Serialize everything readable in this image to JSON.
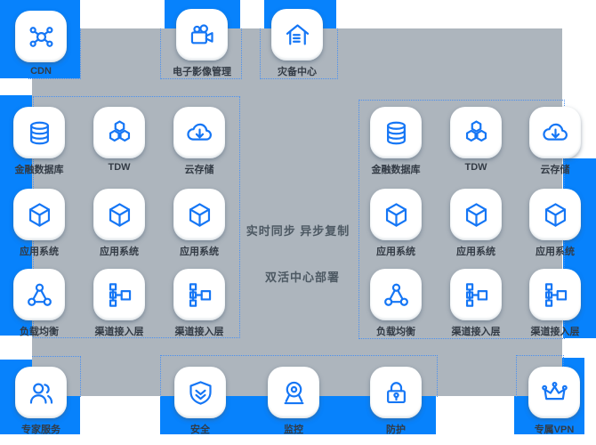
{
  "colors": {
    "blue": "#0782fc",
    "panel_gray": "#adb5bd",
    "icon_blue": "#1576f5",
    "label_text": "#333b45",
    "center_text": "#4d5963",
    "dashed_border": "#4a90f0"
  },
  "top_row": [
    {
      "name": "cdn",
      "icon": "cdn-network",
      "label": "CDN"
    },
    {
      "name": "image-management",
      "icon": "video-camera",
      "label": "电子影像管理"
    },
    {
      "name": "disaster-center",
      "icon": "house",
      "label": "灾备中心"
    }
  ],
  "left_group": {
    "rows": [
      [
        {
          "name": "financial-database",
          "icon": "database",
          "label": "金融数据库"
        },
        {
          "name": "tdw",
          "icon": "hexagons",
          "label": "TDW"
        },
        {
          "name": "cloud-storage",
          "icon": "cloud-download",
          "label": "云存储"
        }
      ],
      [
        {
          "name": "app-system",
          "icon": "cube",
          "label": "应用系统"
        },
        {
          "name": "app-system",
          "icon": "cube",
          "label": "应用系统"
        },
        {
          "name": "app-system",
          "icon": "cube",
          "label": "应用系统"
        }
      ],
      [
        {
          "name": "load-balance",
          "icon": "load-balancer",
          "label": "负载均衡"
        },
        {
          "name": "channel-access",
          "icon": "channel-tree",
          "label": "渠道接入层"
        },
        {
          "name": "channel-access",
          "icon": "channel-tree",
          "label": "渠道接入层"
        }
      ]
    ]
  },
  "right_group": {
    "rows": [
      [
        {
          "name": "financial-database",
          "icon": "database",
          "label": "金融数据库"
        },
        {
          "name": "tdw",
          "icon": "hexagons",
          "label": "TDW"
        },
        {
          "name": "cloud-storage",
          "icon": "cloud-download",
          "label": "云存储"
        }
      ],
      [
        {
          "name": "app-system",
          "icon": "cube",
          "label": "应用系统"
        },
        {
          "name": "app-system",
          "icon": "cube",
          "label": "应用系统"
        },
        {
          "name": "app-system",
          "icon": "cube",
          "label": "应用系统"
        }
      ],
      [
        {
          "name": "load-balance",
          "icon": "load-balancer",
          "label": "负载均衡"
        },
        {
          "name": "channel-access",
          "icon": "channel-tree",
          "label": "渠道接入层"
        },
        {
          "name": "channel-access",
          "icon": "channel-tree",
          "label": "渠道接入层"
        }
      ]
    ]
  },
  "bottom_row": [
    {
      "name": "expert-service",
      "icon": "users",
      "label": "专家服务"
    },
    {
      "name": "security",
      "icon": "shield-check",
      "label": "安全"
    },
    {
      "name": "monitoring",
      "icon": "webcam",
      "label": "监控"
    },
    {
      "name": "protection",
      "icon": "lock",
      "label": "防护"
    },
    {
      "name": "dedicated-vpn",
      "icon": "crown",
      "label": "专属VPN"
    }
  ],
  "center_labels": {
    "sync": "实时同步 异步复制",
    "deploy": "双活中心部署"
  }
}
